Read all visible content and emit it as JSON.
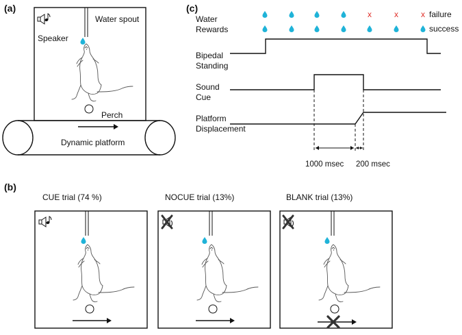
{
  "panels": {
    "a": {
      "letter": "(a)",
      "speaker": "Speaker",
      "water_spout": "Water spout",
      "perch": "Perch",
      "platform": "Dynamic platform"
    },
    "b": {
      "letter": "(b)",
      "trials": [
        {
          "title": "CUE trial (74 %)",
          "sound": true,
          "move": true
        },
        {
          "title": "NOCUE trial (13%)",
          "sound": false,
          "move": true
        },
        {
          "title": "BLANK trial (13%)",
          "sound": false,
          "move": false
        }
      ]
    },
    "c": {
      "letter": "(c)",
      "rows": {
        "water_rewards": "Water\nRewards",
        "bipedal": "Bipedal\nStanding",
        "sound_cue": "Sound\nCue",
        "platform_disp": "Platform\nDisplacement"
      },
      "legend": {
        "failure": "failure",
        "success": "success",
        "failure_mark": "x"
      },
      "failure_row": [
        "drop",
        "drop",
        "drop",
        "drop",
        "x",
        "x"
      ],
      "success_row": [
        "drop",
        "drop",
        "drop",
        "drop",
        "drop",
        "drop"
      ],
      "interval_1": "1000 msec",
      "interval_2": "200 msec"
    }
  },
  "colors": {
    "water_drop": "#1fb3d8",
    "failure": "#e0302a",
    "ink": "#111111"
  }
}
